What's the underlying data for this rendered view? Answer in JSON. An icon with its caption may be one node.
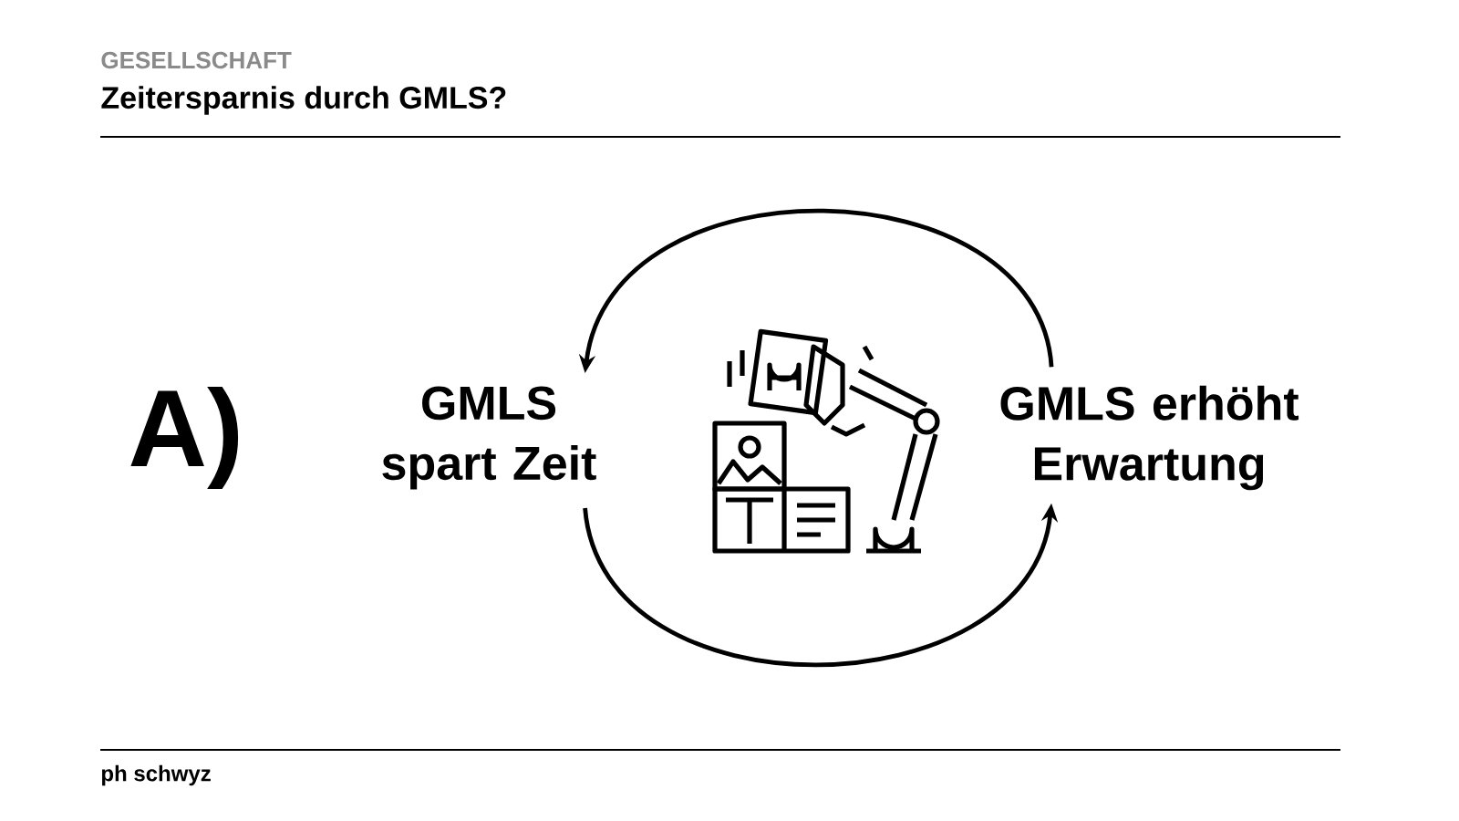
{
  "diagram": {
    "title": "Zeitersparnis durch GMLS?",
    "nodes": [
      {
        "text": [
          "GMLS spart Zeit"
        ]
      },
      {
        "text": [
          "GMLS erhöht Erwartung"
        ]
      }
    ],
    "edges": [
      {
        "from": 1,
        "to": 0,
        "arrow": "to"
      },
      {
        "from": 0,
        "to": 1,
        "arrow": "to"
      }
    ],
    "labels": [
      "GESELLSCHAFT",
      "A)",
      "ph schwyz"
    ]
  }
}
